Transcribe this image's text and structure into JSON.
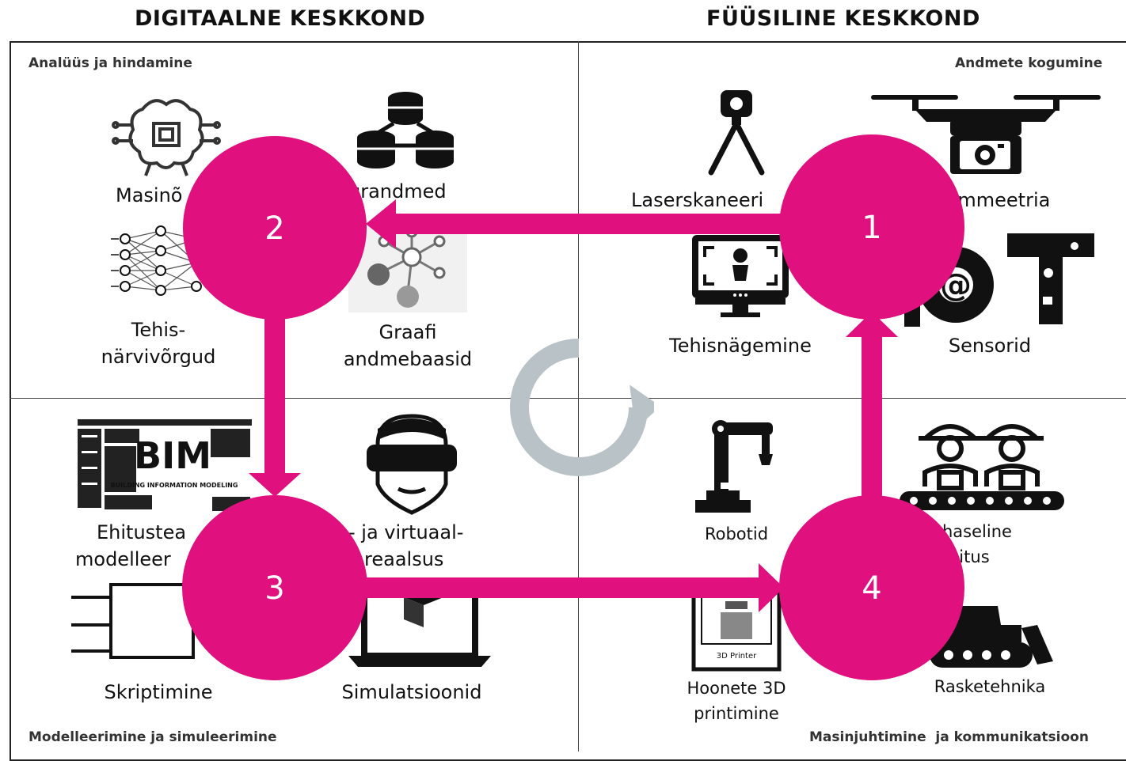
{
  "headings": {
    "left": "DIGITAALNE KESKKOND",
    "right": "FÜÜSILINE KESKKOND"
  },
  "quadrants": {
    "top_left": "Analüüs ja hindamine",
    "top_right": "Andmete kogumine",
    "bottom_left": "Modelleerimine ja simuleerimine",
    "bottom_right": "Masinjuhtimine  ja kommunikatsioon"
  },
  "items": {
    "masinope": "Masinõ",
    "suurandmed": "urandmed",
    "tehis_line1": "Tehis-",
    "tehis_line2": "närvivõrgud",
    "graafi_line1": "Graafi",
    "graafi_line2": "andmebaasid",
    "laserskaneerimine": "Laserskaneeri",
    "fotogrammeetria": "mmmeetria",
    "tehisnagemine": "Tehisnägemine",
    "sensorid": "Sensorid",
    "ehitustea_line1": "Ehitustea",
    "ehitustea_line2": "modelleer",
    "virtuaal_line1": "- ja virtuaal-",
    "virtuaal_line2": "reaalsus",
    "skriptimine": "Skriptimine",
    "simulatsioonid": "Simulatsioonid",
    "robotid": "Robotid",
    "jarkjarguline_line1": "haseline",
    "jarkjarguline_line2": "hitus",
    "printimine_line1": "Hoonete 3D",
    "printimine_line2": "printimine",
    "rasketehnika": "Rasketehnika"
  },
  "steps": [
    "1",
    "2",
    "3",
    "4"
  ],
  "icon_text": {
    "bim_big": "BIM",
    "bim_small": "BUILDING INFORMATION MODELING",
    "printer": "3D Printer",
    "iot_at": "@"
  },
  "colors": {
    "accent": "#e0117e",
    "icon": "#111111",
    "cycle": "#b9c2c6"
  }
}
